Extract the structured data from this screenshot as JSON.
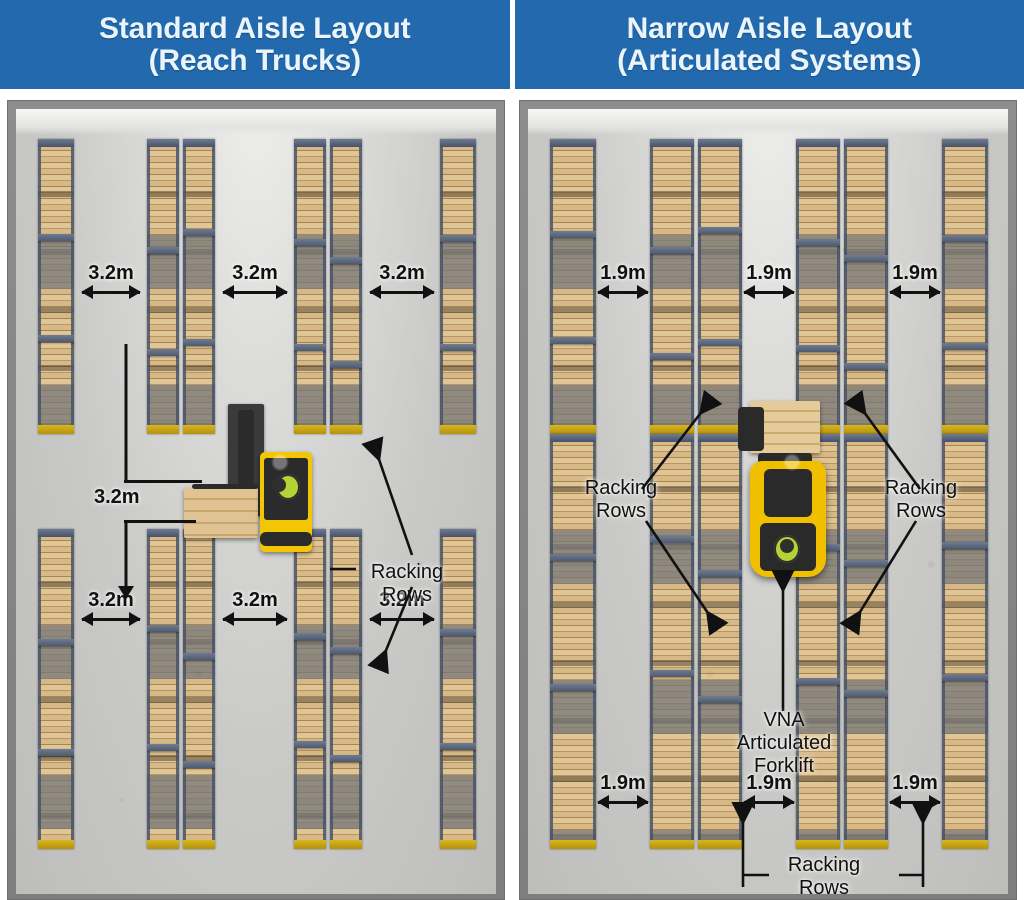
{
  "headers": [
    {
      "line1": "Standard Aisle Layout",
      "line2": "(Reach Trucks)"
    },
    {
      "line1": "Narrow Aisle Layout",
      "line2": "(Articulated Systems)"
    }
  ],
  "colors": {
    "header_blue": "#2269ae",
    "header_text": "#eaf4fb",
    "annotation_black": "#111111",
    "floor_grey": "#c9c9c7",
    "rack_wood": "#d8ba88",
    "rack_frame_blue": "#4e5a70",
    "rack_base_yellow": "#d9b61c",
    "forklift_yellow": "#f0c000",
    "operator_vest_green": "#b5d334"
  },
  "left_panel": {
    "name": "Standard Aisle Layout",
    "aisle_width": "3.2m",
    "top_dimensions": [
      "3.2m",
      "3.2m",
      "3.2m"
    ],
    "bottom_dimensions": [
      "3.2m",
      "3.2m",
      "3.2m"
    ],
    "vertical_dimension": "3.2m",
    "cross_aisle_dimension": "3.2m",
    "racking_callout": {
      "line1": "Racking",
      "line2": "Rows"
    },
    "vehicle": "reach-truck"
  },
  "right_panel": {
    "name": "Narrow Aisle Layout",
    "aisle_width": "1.9m",
    "top_dimensions": [
      "1.9m",
      "1.9m",
      "1.9m"
    ],
    "bottom_dimensions": [
      "1.9m",
      "1.9m",
      "1.9m"
    ],
    "racking_callout_left": {
      "line1": "Racking",
      "line2": "Rows"
    },
    "racking_callout_right": {
      "line1": "Racking",
      "line2": "Rows"
    },
    "racking_callout_bottom": {
      "line1": "Racking",
      "line2": "Rows"
    },
    "vehicle_callout": {
      "line1": "VNA",
      "line2": "Articulated",
      "line3": "Forklift"
    },
    "vehicle": "vna-articulated-forklift"
  }
}
